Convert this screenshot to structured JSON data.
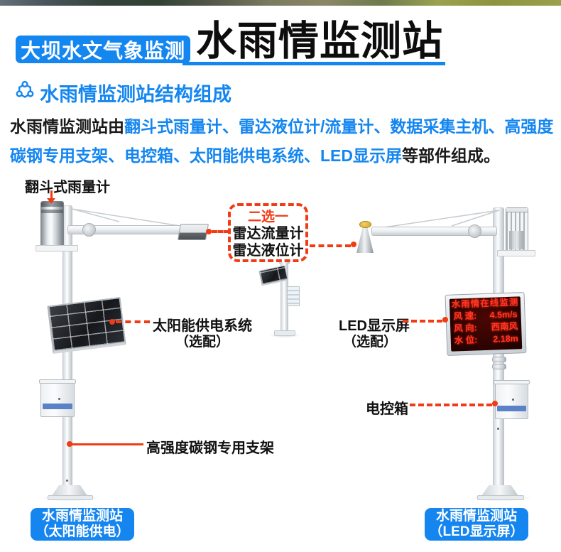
{
  "colors": {
    "accent_blue": "#1486F0",
    "callout_red": "#F03B14",
    "led_red": "#FF3526",
    "badge_blue": "#1585EF"
  },
  "header": {
    "badge": "大坝水文气象监测",
    "title": "水雨情监测站"
  },
  "section": {
    "title": "水雨情监测站结构组成"
  },
  "intro": {
    "line1_black": "水雨情监测站由",
    "line1_blue": "翻斗式雨量计、雷达液位计/流量计、数据采集主机、高强度",
    "line2_blue": "碳钢专用支架、电控箱、太阳能供电系统、LED显示屏",
    "line2_black": "等部件组成。"
  },
  "diagram": {
    "labels": {
      "rain_gauge": "翻斗式雨量计",
      "solar": "太阳能供电系统",
      "solar_sub": "（选配）",
      "bracket": "高强度碳钢专用支架",
      "led": "LED显示屏",
      "led_sub": "（选配）",
      "control_box": "电控箱"
    },
    "choose_box": {
      "title": "二选一",
      "option1": "雷达流量计",
      "option2": "雷达液位计"
    },
    "led_screen": {
      "title": "水雨情在线监测",
      "rows": [
        {
          "label": "风 速:",
          "value": "4.5m/s"
        },
        {
          "label": "风 向:",
          "value": "西南风"
        },
        {
          "label": "水 位:",
          "value": "2.18m"
        }
      ]
    }
  },
  "footer": {
    "badge_left_line1": "水雨情监测站",
    "badge_left_line2": "（太阳能供电）",
    "badge_right_line1": "水雨情监测站",
    "badge_right_line2": "（LED显示屏）"
  }
}
